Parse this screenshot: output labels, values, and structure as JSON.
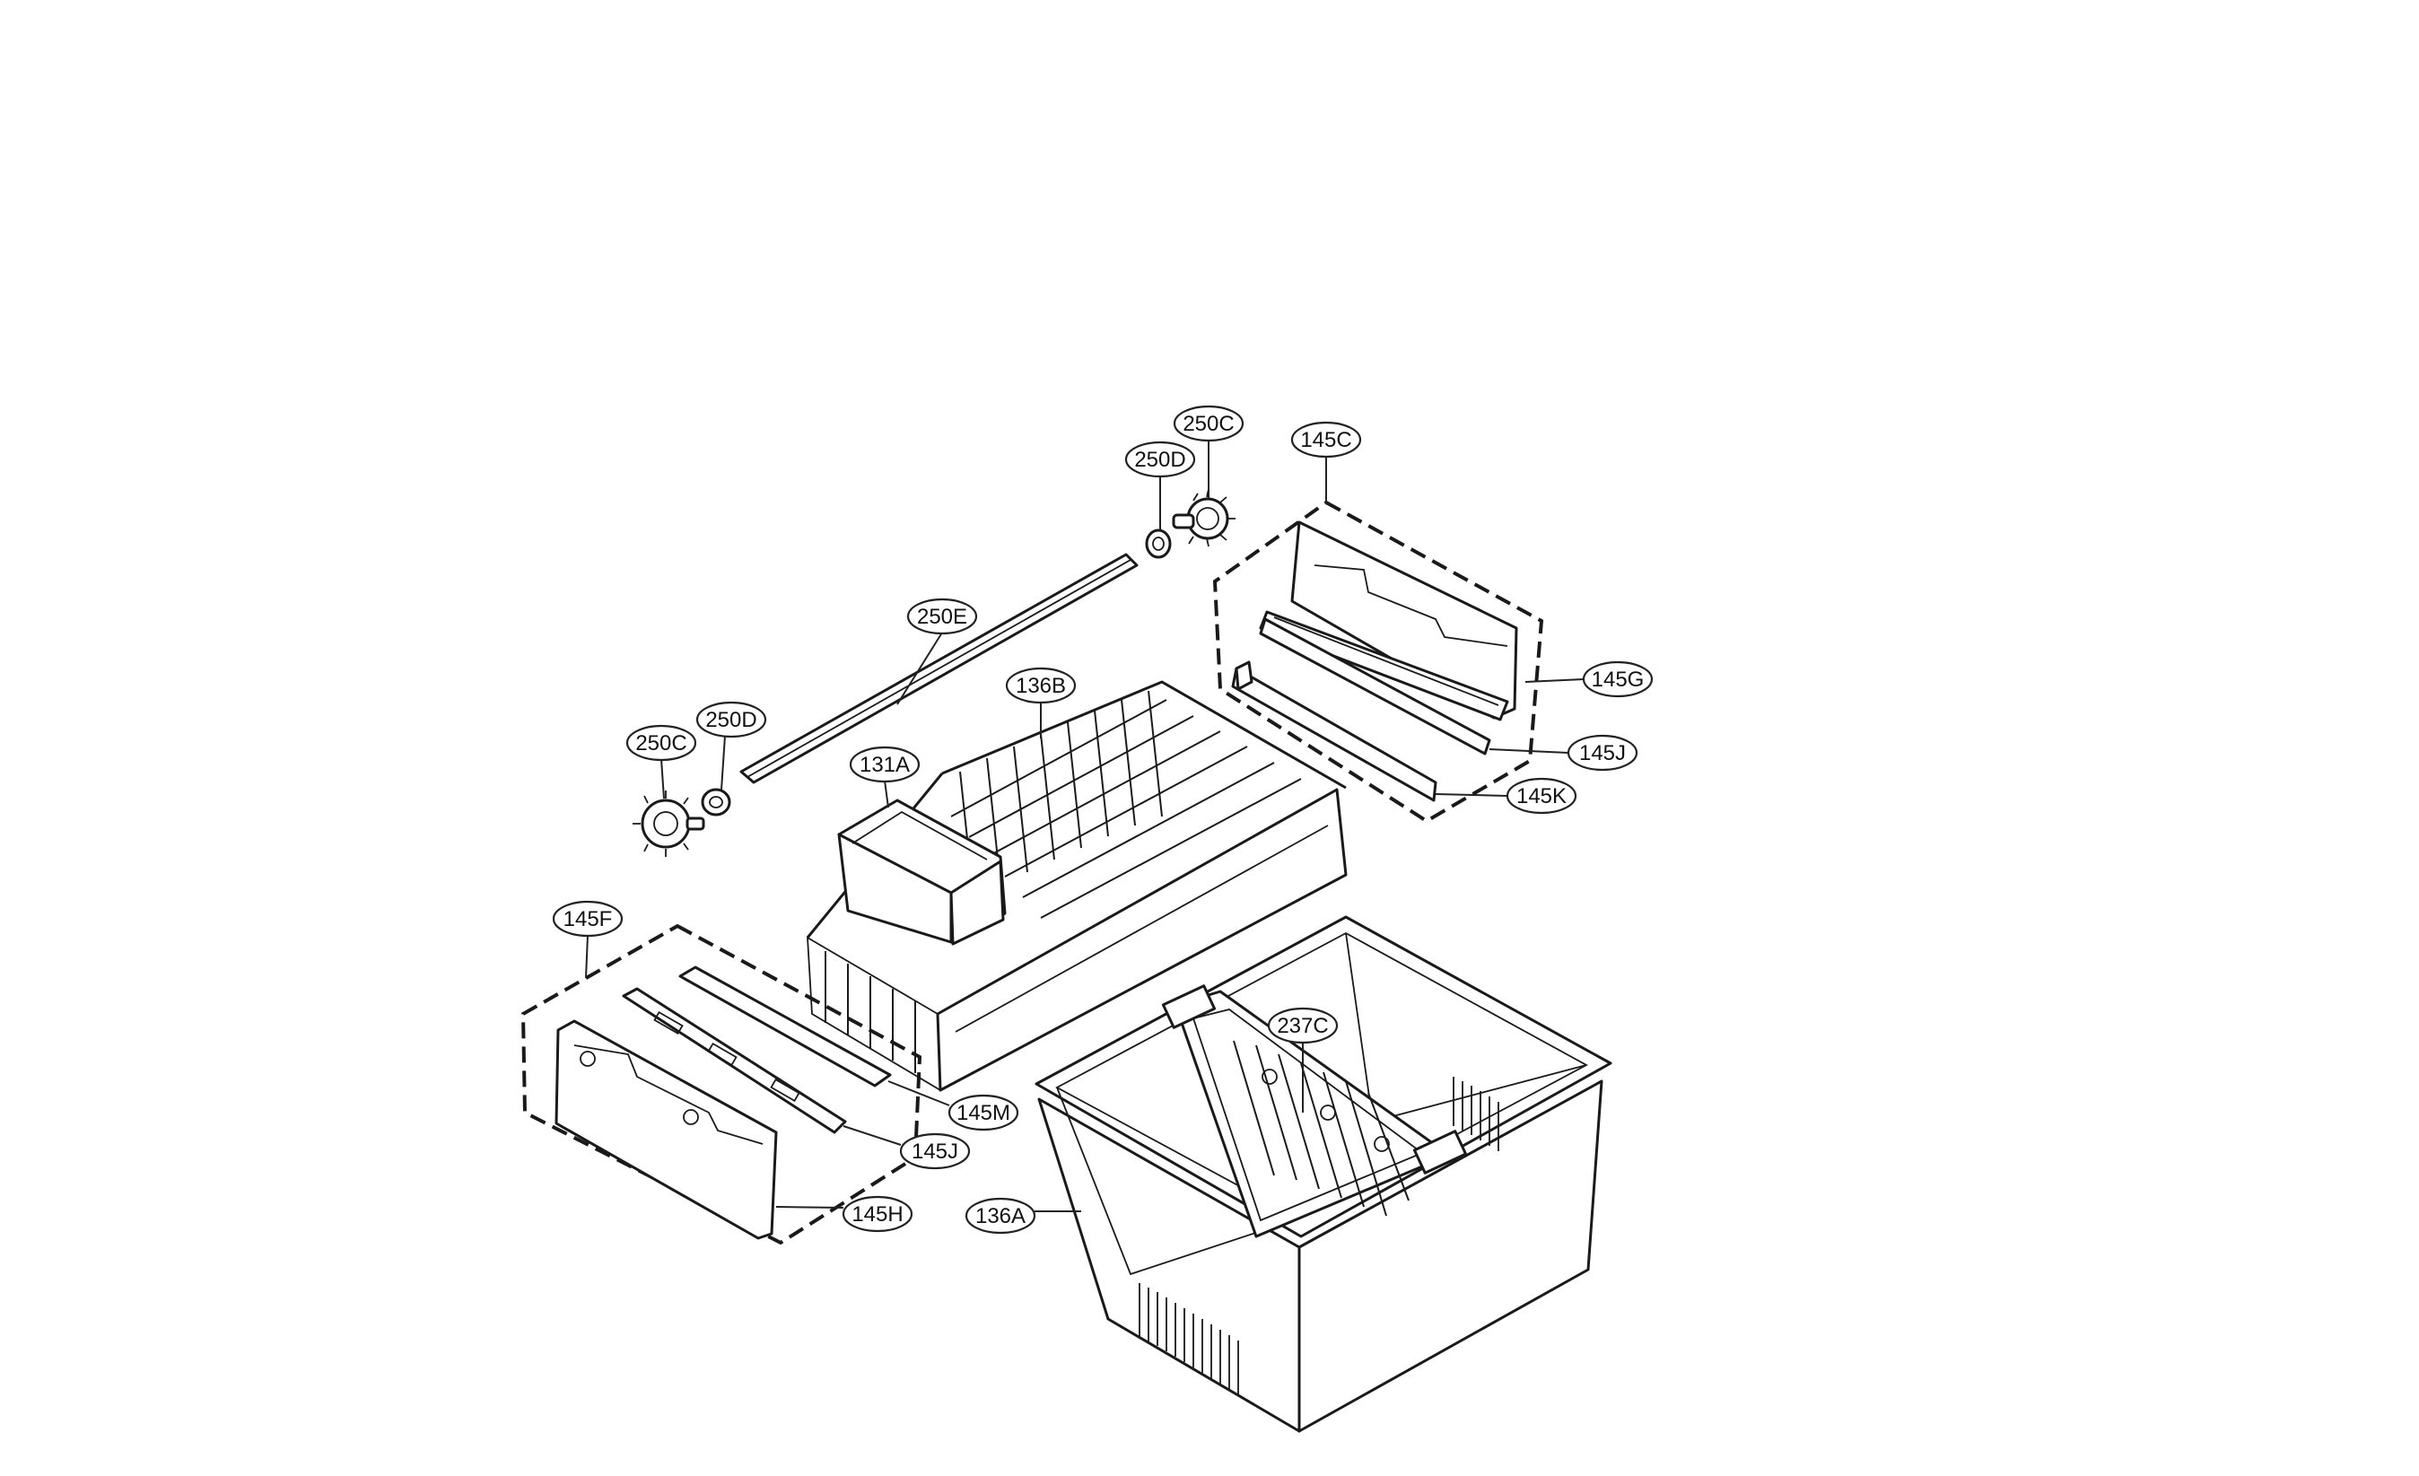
{
  "diagram": {
    "labels": {
      "l_250C_top": "250C",
      "l_250D_top": "250D",
      "l_145C": "145C",
      "l_250E": "250E",
      "l_136B": "136B",
      "l_145G": "145G",
      "l_250D_left": "250D",
      "l_250C_left": "250C",
      "l_131A": "131A",
      "l_145J_right": "145J",
      "l_145K": "145K",
      "l_145F": "145F",
      "l_237C": "237C",
      "l_145M": "145M",
      "l_145J_left": "145J",
      "l_145H": "145H",
      "l_136A": "136A"
    }
  }
}
